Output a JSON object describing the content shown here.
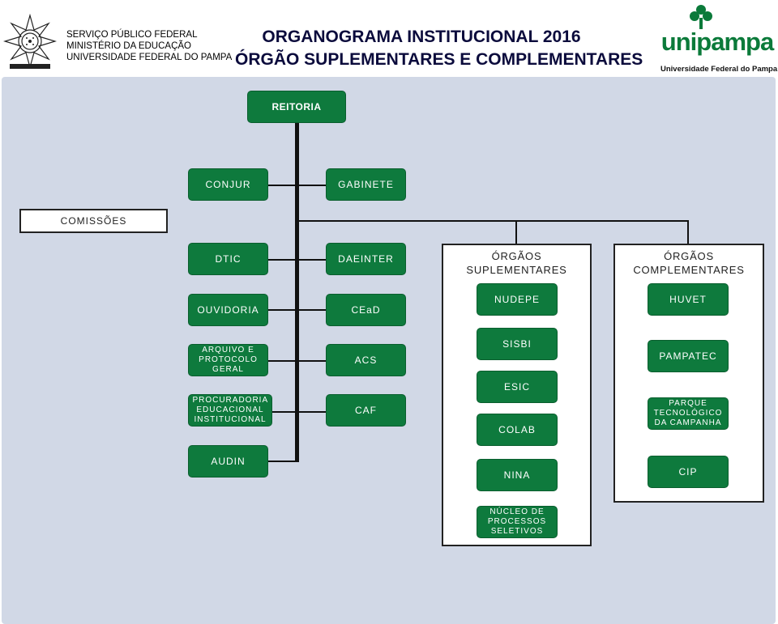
{
  "header": {
    "gov_lines": [
      "SERVIÇO PÚBLICO FEDERAL",
      "MINISTÉRIO DA EDUCAÇÃO",
      "UNIVERSIDADE FEDERAL DO PAMPA"
    ],
    "title_line1": "ORGANOGRAMA INSTITUCIONAL 2016",
    "title_line2": "ÓRGÃO SUPLEMENTARES E COMPLEMENTARES",
    "logo_word": "unipampa",
    "logo_sub": "Universidade Federal do Pampa"
  },
  "chart": {
    "reitoria": "REITORIA",
    "conjur": "CONJUR",
    "gabinete": "GABINETE",
    "comissoes": "COMISSÕES",
    "dtic": "DTIC",
    "daeinter": "DAEINTER",
    "ouvidoria": "OUVIDORIA",
    "cead": "CEaD",
    "arquivo": "ARQUIVO E PROTOCOLO GERAL",
    "acs": "ACS",
    "procuradoria": "PROCURADORIA EDUCACIONAL INSTITUCIONAL",
    "caf": "CAF",
    "audin": "AUDIN",
    "suplementares": {
      "title": "ÓRGÃOS SUPLEMENTARES",
      "items": [
        "NUDEPE",
        "SISBI",
        "ESIC",
        "COLAB",
        "NINA",
        "NÚCLEO DE PROCESSOS SELETIVOS"
      ]
    },
    "complementares": {
      "title": "ÓRGÃOS COMPLEMENTARES",
      "items": [
        "HUVET",
        "PAMPATEC",
        "PARQUE TECNOLÓGICO DA CAMPANHA",
        "CIP"
      ]
    }
  },
  "colors": {
    "box_green": "#0e7a3d",
    "background": "#d1d8e6",
    "title_navy": "#0b0b3c"
  }
}
